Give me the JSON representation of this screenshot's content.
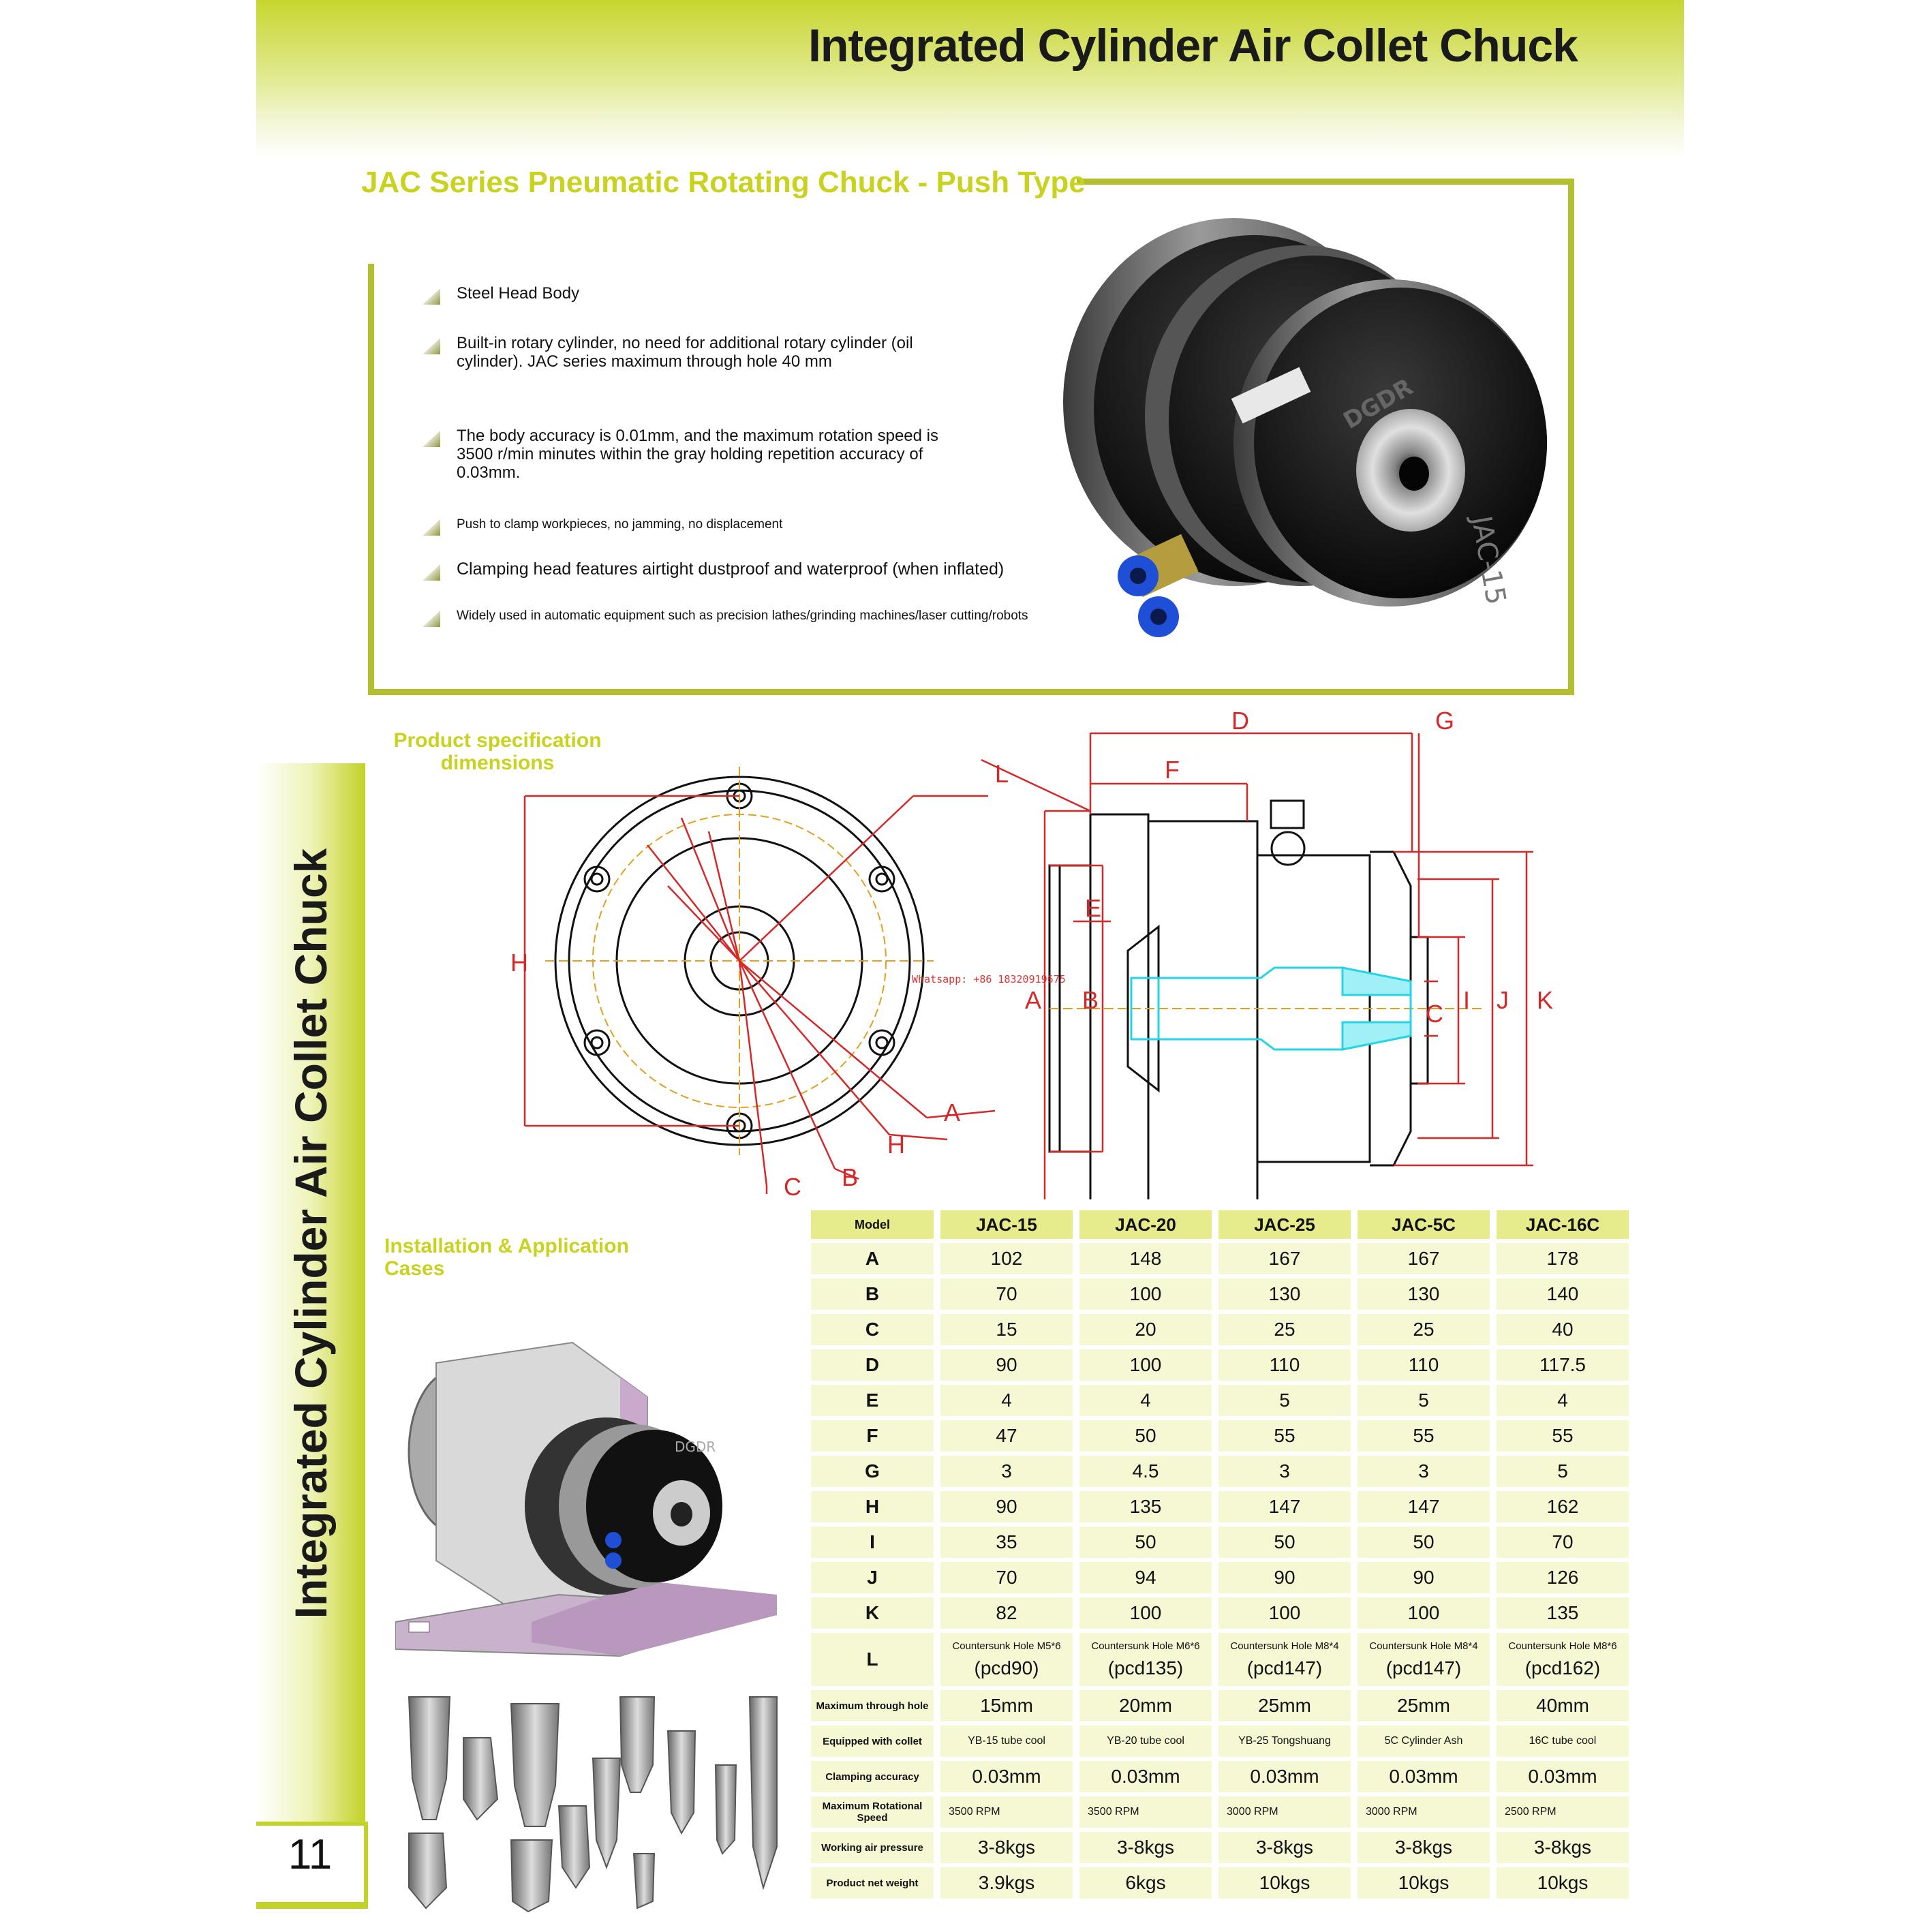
{
  "header": {
    "title": "Integrated Cylinder Air Collet Chuck"
  },
  "side": {
    "title": "Integrated Cylinder Air Collet Chuck",
    "page_number": "11"
  },
  "features": {
    "series_title": "JAC Series Pneumatic Rotating Chuck - Push Type",
    "items": [
      "Steel Head Body",
      "Built-in rotary cylinder, no need for additional rotary cylinder (oil cylinder). JAC series maximum through hole 40 mm",
      "The body accuracy is 0.01mm, and the maximum rotation speed is 3500 r/min minutes within the gray holding repetition accuracy of 0.03mm.",
      "Push to clamp workpieces, no jamming, no displacement",
      "Clamping head features airtight dustproof and waterproof (when inflated)",
      "Widely used in automatic equipment such as precision lathes/grinding machines/laser cutting/robots"
    ]
  },
  "product_photo": {
    "brand_text": "DGDR",
    "model_text": "JAC-15"
  },
  "drawing": {
    "label": "Product specification dimensions",
    "watermark": "Whatsapp: +86 18320919675",
    "letters": {
      "A": "A",
      "B": "B",
      "C": "C",
      "D": "D",
      "E": "E",
      "F": "F",
      "G": "G",
      "H": "H",
      "I": "I",
      "J": "J",
      "K": "K",
      "L": "L"
    }
  },
  "install": {
    "label": "Installation & Application Cases",
    "brand_text": "DGDR"
  },
  "colors": {
    "accent": "#c8d21f",
    "frame": "#b4bf2f",
    "dimension": "#d62828",
    "cyan": "#27d3e6"
  },
  "table": {
    "header_label": "Model",
    "models": [
      "JAC-15",
      "JAC-20",
      "JAC-25",
      "JAC-5C",
      "JAC-16C"
    ],
    "rows": [
      {
        "label": "A",
        "values": [
          "102",
          "148",
          "167",
          "167",
          "178"
        ]
      },
      {
        "label": "B",
        "values": [
          "70",
          "100",
          "130",
          "130",
          "140"
        ]
      },
      {
        "label": "C",
        "values": [
          "15",
          "20",
          "25",
          "25",
          "40"
        ]
      },
      {
        "label": "D",
        "values": [
          "90",
          "100",
          "110",
          "110",
          "117.5"
        ]
      },
      {
        "label": "E",
        "values": [
          "4",
          "4",
          "5",
          "5",
          "4"
        ]
      },
      {
        "label": "F",
        "values": [
          "47",
          "50",
          "55",
          "55",
          "55"
        ]
      },
      {
        "label": "G",
        "values": [
          "3",
          "4.5",
          "3",
          "3",
          "5"
        ]
      },
      {
        "label": "H",
        "values": [
          "90",
          "135",
          "147",
          "147",
          "162"
        ]
      },
      {
        "label": "I",
        "values": [
          "35",
          "50",
          "50",
          "50",
          "70"
        ]
      },
      {
        "label": "J",
        "values": [
          "70",
          "94",
          "90",
          "90",
          "126"
        ]
      },
      {
        "label": "K",
        "values": [
          "82",
          "100",
          "100",
          "100",
          "135"
        ]
      }
    ],
    "L_row": {
      "label": "L",
      "values": [
        {
          "hole": "Countersunk Hole M5*6",
          "pcd": "(pcd90)"
        },
        {
          "hole": "Countersunk Hole M6*6",
          "pcd": "(pcd135)"
        },
        {
          "hole": "Countersunk Hole M8*4",
          "pcd": "(pcd147)"
        },
        {
          "hole": "Countersunk Hole M8*4",
          "pcd": "(pcd147)"
        },
        {
          "hole": "Countersunk Hole M8*6",
          "pcd": "(pcd162)"
        }
      ]
    },
    "extra_rows": [
      {
        "label": "Maximum through hole",
        "values": [
          "15mm",
          "20mm",
          "25mm",
          "25mm",
          "40mm"
        ],
        "style": "big"
      },
      {
        "label": "Equipped with collet",
        "values": [
          "YB-15 tube cool",
          "YB-20 tube cool",
          "YB-25 Tongshuang",
          "5C Cylinder Ash",
          "16C tube cool"
        ],
        "style": "tiny"
      },
      {
        "label": "Clamping accuracy",
        "values": [
          "0.03mm",
          "0.03mm",
          "0.03mm",
          "0.03mm",
          "0.03mm"
        ],
        "style": "big"
      },
      {
        "label": "Maximum Rotational Speed",
        "values": [
          "3500 RPM",
          "3500 RPM",
          "3000 RPM",
          "3000 RPM",
          "2500 RPM"
        ],
        "style": "tiny-left"
      },
      {
        "label": "Working air pressure",
        "values": [
          "3-8kgs",
          "3-8kgs",
          "3-8kgs",
          "3-8kgs",
          "3-8kgs"
        ],
        "style": "big"
      },
      {
        "label": "Product net weight",
        "values": [
          "3.9kgs",
          "6kgs",
          "10kgs",
          "10kgs",
          "10kgs"
        ],
        "style": "big"
      }
    ]
  }
}
